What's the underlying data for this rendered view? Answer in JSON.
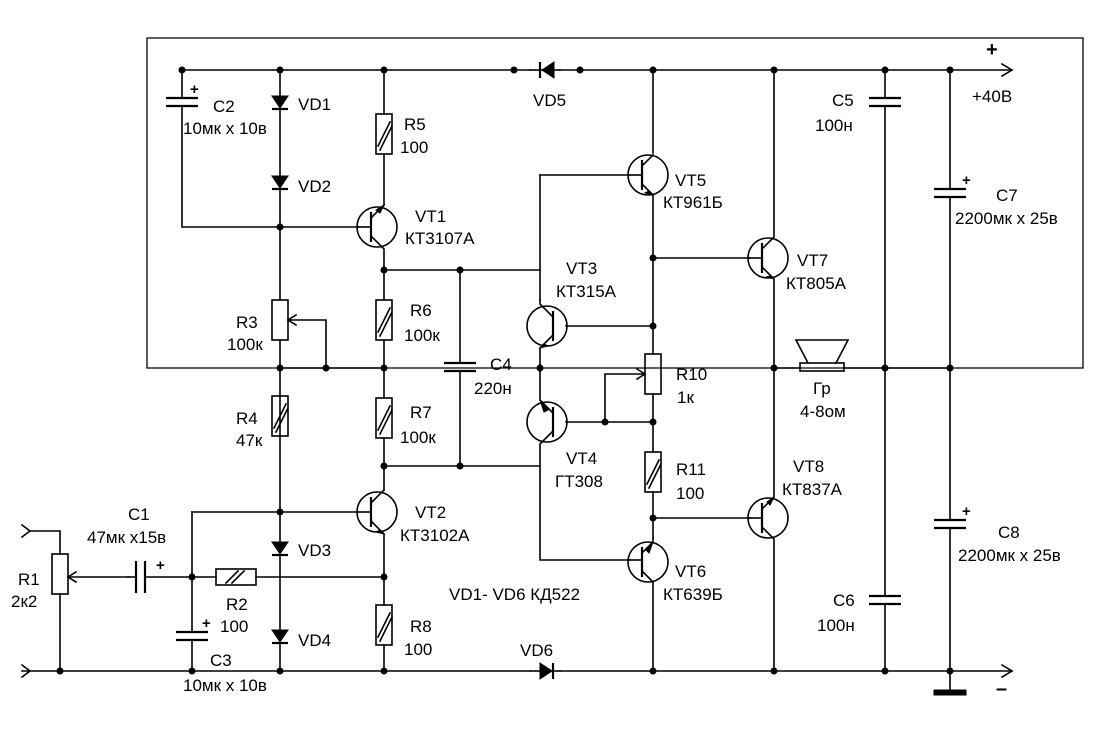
{
  "components": {
    "r1": {
      "ref": "R1",
      "value": "2к2"
    },
    "r2": {
      "ref": "R2",
      "value": "100"
    },
    "r3": {
      "ref": "R3",
      "value": "100к"
    },
    "r4": {
      "ref": "R4",
      "value": "47к"
    },
    "r5": {
      "ref": "R5",
      "value": "100"
    },
    "r6": {
      "ref": "R6",
      "value": "100к"
    },
    "r7": {
      "ref": "R7",
      "value": "100к"
    },
    "r8": {
      "ref": "R8",
      "value": "100"
    },
    "r10": {
      "ref": "R10",
      "value": "1к"
    },
    "r11": {
      "ref": "R11",
      "value": "100"
    },
    "c1": {
      "ref": "C1",
      "value": "47мк х15в"
    },
    "c2": {
      "ref": "C2",
      "value": "10мк х 10в"
    },
    "c3": {
      "ref": "C3",
      "value": "10мк х 10в"
    },
    "c4": {
      "ref": "C4",
      "value": "220н"
    },
    "c5": {
      "ref": "C5",
      "value": "100н"
    },
    "c6": {
      "ref": "C6",
      "value": "100н"
    },
    "c7": {
      "ref": "C7",
      "value": "2200мк х 25в"
    },
    "c8": {
      "ref": "C8",
      "value": "2200мк х 25в"
    },
    "vt1": {
      "ref": "VT1",
      "type": "КТ3107А"
    },
    "vt2": {
      "ref": "VT2",
      "type": "КТ3102А"
    },
    "vt3": {
      "ref": "VT3",
      "type": "КТ315А"
    },
    "vt4": {
      "ref": "VT4",
      "type": "ГТ308"
    },
    "vt5": {
      "ref": "VT5",
      "type": "КТ961Б"
    },
    "vt6": {
      "ref": "VT6",
      "type": "КТ639Б"
    },
    "vt7": {
      "ref": "VT7",
      "type": "КТ805А"
    },
    "vt8": {
      "ref": "VT8",
      "type": "КТ837А"
    },
    "vd1": {
      "ref": "VD1"
    },
    "vd2": {
      "ref": "VD2"
    },
    "vd3": {
      "ref": "VD3"
    },
    "vd4": {
      "ref": "VD4"
    },
    "vd5": {
      "ref": "VD5"
    },
    "vd6": {
      "ref": "VD6"
    },
    "speaker": {
      "ref": "Гр",
      "value": "4-8ом"
    }
  },
  "notes": {
    "diodes": "VD1- VD6  КД522",
    "supply": "+40В",
    "plus": "+",
    "minus": "–"
  }
}
